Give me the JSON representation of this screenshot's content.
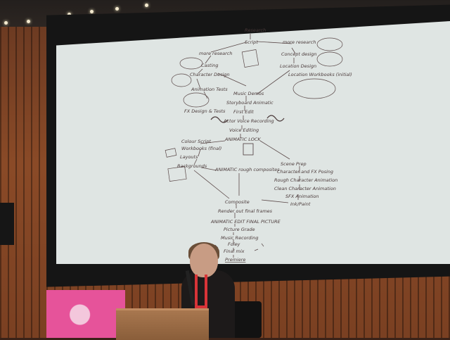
{
  "slide": {
    "nodes": [
      "Research",
      "Script",
      "more research",
      "more research",
      "Casting",
      "Concept design",
      "Character Design",
      "Location Design",
      "Animation Tests",
      "Location Workbooks (initial)",
      "FX Design & Tests",
      "Music Demos",
      "Storyboard Animatic",
      "First Edit",
      "Actor Voice Recording",
      "Voice Editing",
      "Colour Script",
      "ANIMATIC LOCK",
      "Workbooks (final)",
      "Layouts",
      "Scene Prep",
      "Backgrounds",
      "ANIMATIC rough composites",
      "Character and FX Posing",
      "Rough Character Animation",
      "Clean Character Animation",
      "SFX Animation",
      "Composite",
      "Ink/Paint",
      "Render out final frames",
      "ANIMATIC EDIT FINAL PICTURE",
      "Picture Grade",
      "Music Recording",
      "Foley",
      "Final mix",
      "Premiere"
    ]
  }
}
